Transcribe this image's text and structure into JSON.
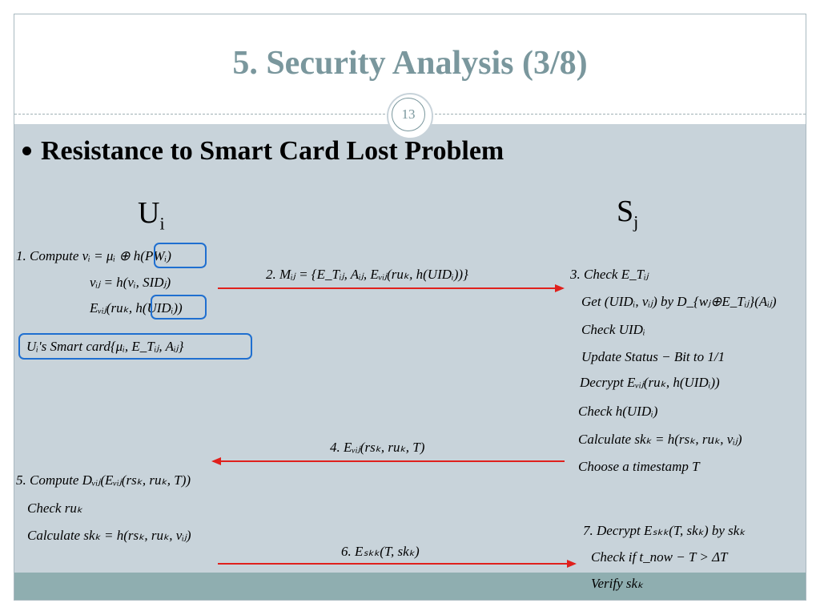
{
  "slide": {
    "title": "5. Security Analysis (3/8)",
    "page_number": "13",
    "bullet": "Resistance to Smart Card Lost Problem",
    "party_user": "U",
    "party_user_sub": "i",
    "party_server": "S",
    "party_server_sub": "j"
  },
  "user_steps": {
    "step1_line1": "1. Compute   vᵢ = μᵢ ⊕ h(PWᵢ)",
    "step1_line2": "vᵢⱼ = h(vᵢ, SIDⱼ)",
    "step1_line3": "Eᵥᵢⱼ(ruₖ, h(UIDᵢ))",
    "smart_card": "Uᵢ's  Smart  card{μᵢ, E_Tᵢⱼ, Aᵢⱼ}",
    "step5_line1": "5. Compute   Dᵥᵢⱼ(Eᵥᵢⱼ(rsₖ, ruₖ, T))",
    "step5_line2": "Check  ruₖ",
    "step5_line3": "Calculate  skₖ = h(rsₖ, ruₖ, vᵢⱼ)"
  },
  "messages": {
    "msg2": "2. Mᵢⱼ = {E_Tᵢⱼ, Aᵢⱼ, Eᵥᵢⱼ(ruₖ, h(UIDᵢ))}",
    "msg4": "4. Eᵥᵢⱼ(rsₖ, ruₖ, T)",
    "msg6": "6. Eₛₖₖ(T, skₖ)"
  },
  "server_steps": {
    "step3_line1": "3. Check  E_Tᵢⱼ",
    "step3_line2": "Get  (UIDᵢ, vᵢⱼ)  by  D_{wⱼ⊕E_Tᵢⱼ}(Aᵢⱼ)",
    "step3_line3": "Check  UIDᵢ",
    "step3_line4": "Update  Status − Bit  to  1/1",
    "step3_line5": "Decrypt  Eᵥᵢⱼ(ruₖ, h(UIDᵢ))",
    "step3_line6": "Check  h(UIDᵢ)",
    "step3_line7": "Calculate  skₖ = h(rsₖ, ruₖ, vᵢⱼ)",
    "step3_line8": "Choose  a  timestamp  T",
    "step7_line1": "7. Decrypt  Eₛₖₖ(T, skₖ)  by  skₖ",
    "step7_line2": "Check  if  t_now − T > ΔT",
    "step7_line3": "Verify  skₖ"
  },
  "colors": {
    "title": "#7a979d",
    "content_bg": "#c8d3da",
    "footer_bg": "#8faeb0",
    "arrow": "#e0201c",
    "highlight_box": "#1f6fd0"
  }
}
